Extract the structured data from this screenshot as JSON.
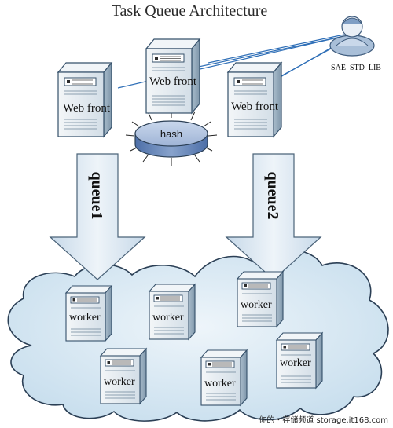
{
  "title": "Task Queue Architecture",
  "user": {
    "label": "SAE_STD_LIB",
    "icon": "user-icon"
  },
  "web_fronts": [
    {
      "label": "Web front"
    },
    {
      "label": "Web front"
    },
    {
      "label": "Web front"
    }
  ],
  "hash": {
    "label": "hash"
  },
  "queues": [
    {
      "label": "queue1"
    },
    {
      "label": "queue2"
    }
  ],
  "workers": [
    {
      "label": "worker"
    },
    {
      "label": "worker"
    },
    {
      "label": "worker"
    },
    {
      "label": "worker"
    },
    {
      "label": "worker"
    },
    {
      "label": "worker"
    }
  ],
  "watermark": "你的・存储频道 storage.it168.com",
  "colors": {
    "server_body": "#e6eef4",
    "server_top": "#f4f7f9",
    "server_side": "#9aaec0",
    "server_outline": "#35506a",
    "arrow_fill": "#d8e6f1",
    "cloud_fill": "#d6e8f4",
    "cloud_outline": "#2b3f55",
    "link_line": "#2f6fb7",
    "hash_fill": "#aabfdd"
  }
}
